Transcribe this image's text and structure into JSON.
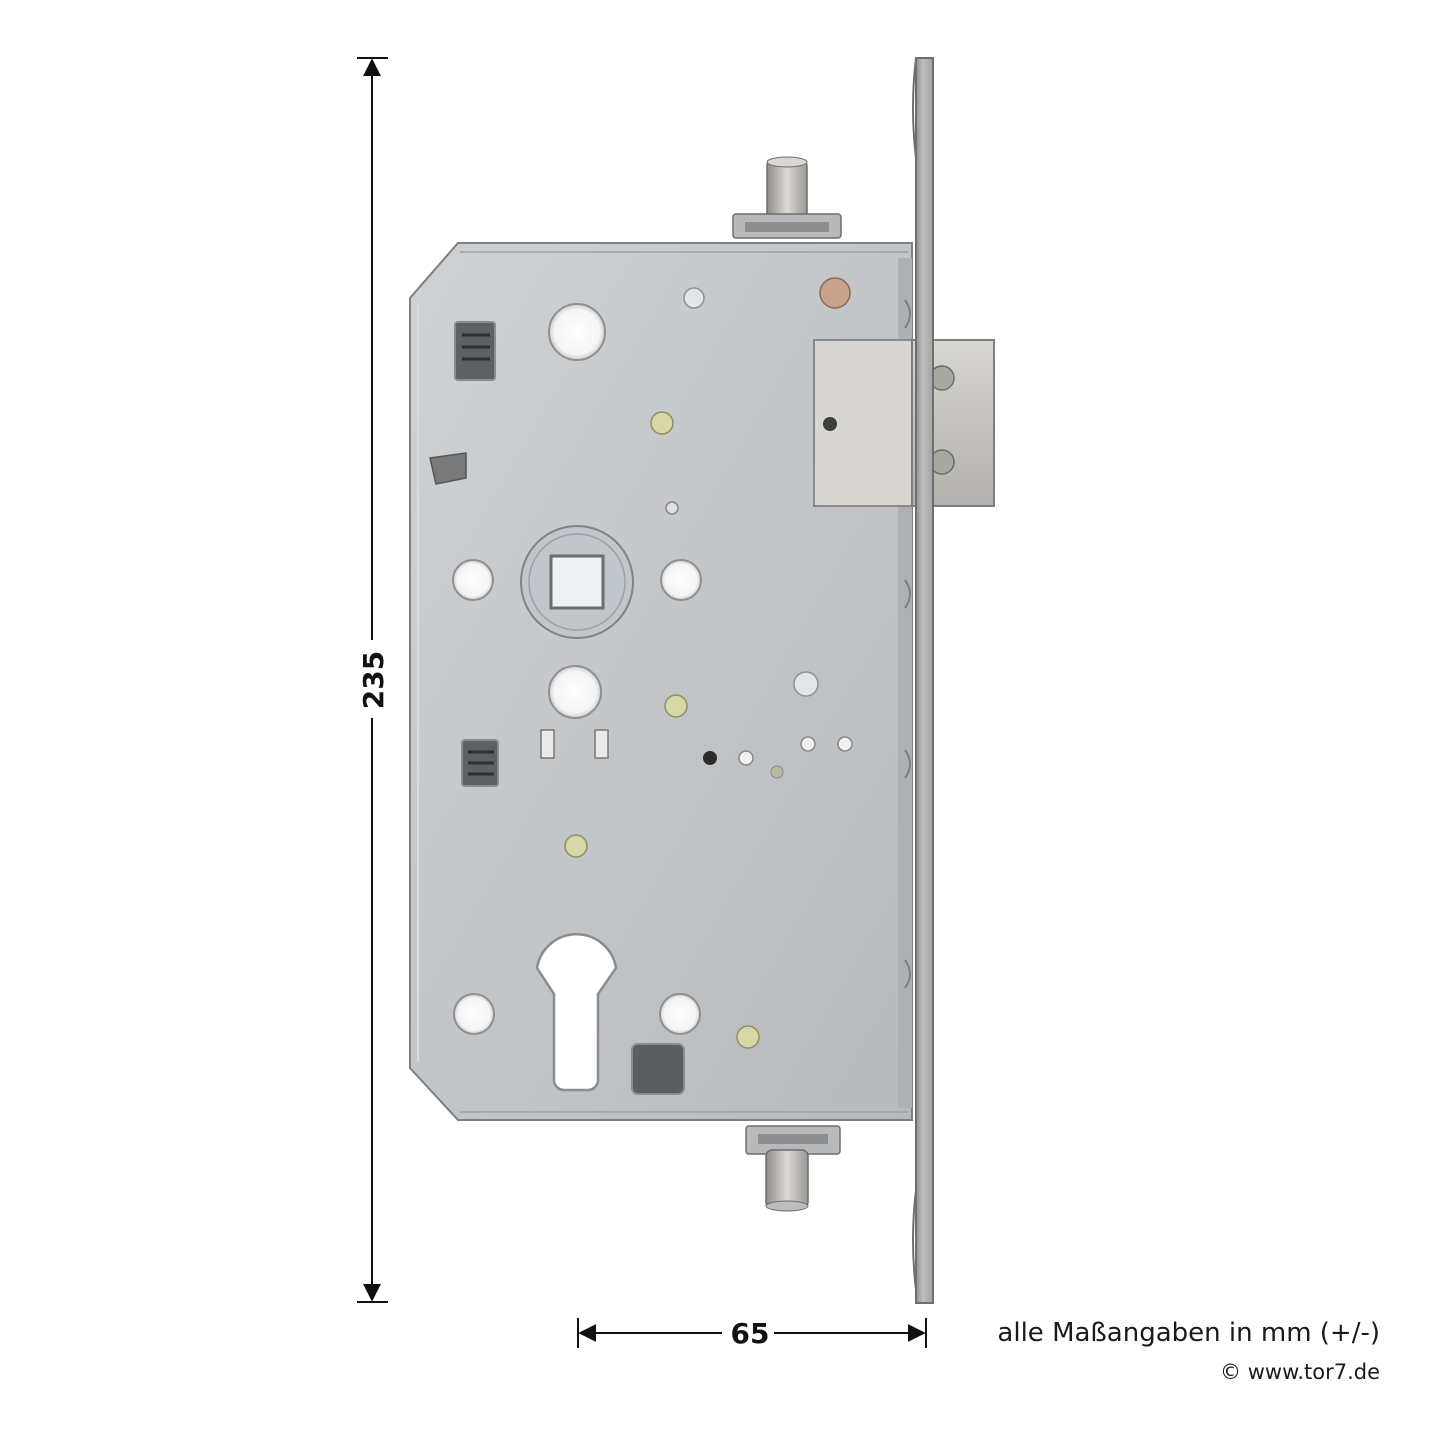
{
  "dimensions": {
    "height": {
      "value": "235",
      "unit": "mm",
      "orientation": "vertical"
    },
    "depth": {
      "value": "65",
      "unit": "mm",
      "orientation": "horizontal"
    }
  },
  "notes": {
    "units": "alle Maßangaben in mm (+/-)",
    "copyright": "© www.tor7.de"
  },
  "colors": {
    "background": "#ffffff",
    "lock_case": "#c6c9cc",
    "lock_case_shade": "#a9adb1",
    "faceplate": "#b3b4b3",
    "bolt": "#c8c6c1",
    "dimension_line": "#111111"
  }
}
